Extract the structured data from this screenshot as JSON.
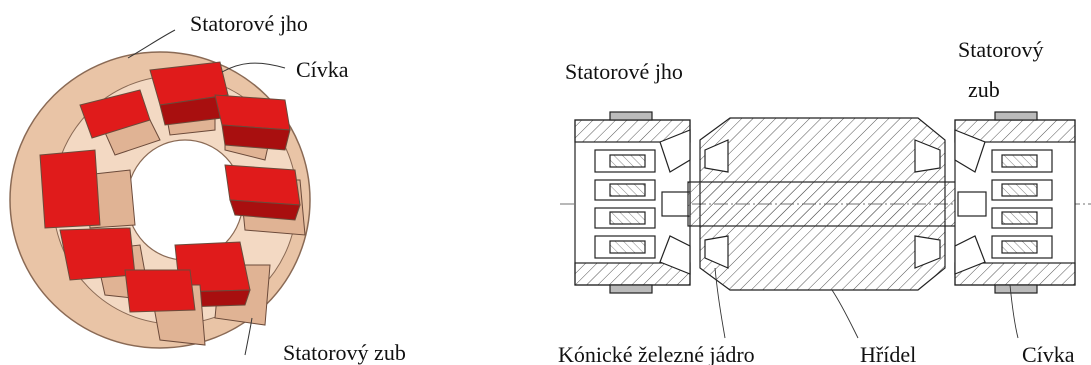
{
  "labels": {
    "left_yoke": "Statorové jho",
    "left_coil": "Cívka",
    "left_tooth": "Statorový zub",
    "right_yoke": "Statorové jho",
    "right_tooth_line1": "Statorový",
    "right_tooth_line2": "zub",
    "right_core": "Kónické železné jádro",
    "right_shaft": "Hřídel",
    "right_coil": "Cívka"
  },
  "colors": {
    "yoke": "#E9C4A6",
    "yoke_shade": "#D9A884",
    "coil": "#E01B1B",
    "coil_dark": "#A80F0F",
    "line": "#222222"
  }
}
